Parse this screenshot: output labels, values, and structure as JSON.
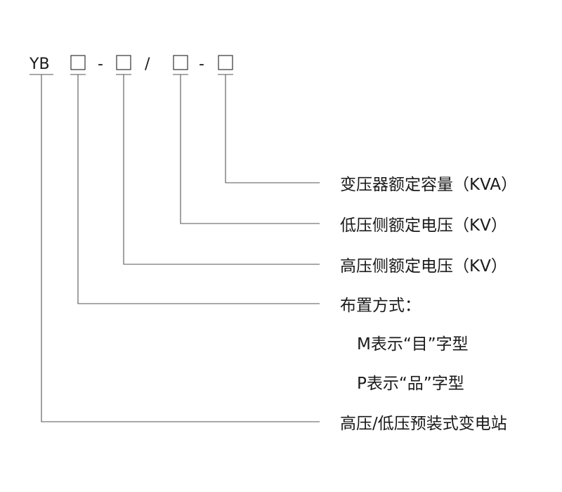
{
  "model_code": {
    "prefix": "YB",
    "separator_1": "-",
    "separator_2": "/",
    "separator_3": "-",
    "slot_symbol": "□"
  },
  "labels": [
    {
      "id": "capacity",
      "text": "变压器额定容量（KVA）"
    },
    {
      "id": "low_voltage",
      "text": "低压侧额定电压（KV）"
    },
    {
      "id": "high_voltage",
      "text": "高压侧额定电压（KV）"
    },
    {
      "id": "layout",
      "text": "布置方式："
    },
    {
      "id": "layout_m",
      "text": "M表示“目”字型"
    },
    {
      "id": "layout_p",
      "text": "P表示“品”字型"
    },
    {
      "id": "station",
      "text": "高压/低压预装式变电站"
    }
  ]
}
